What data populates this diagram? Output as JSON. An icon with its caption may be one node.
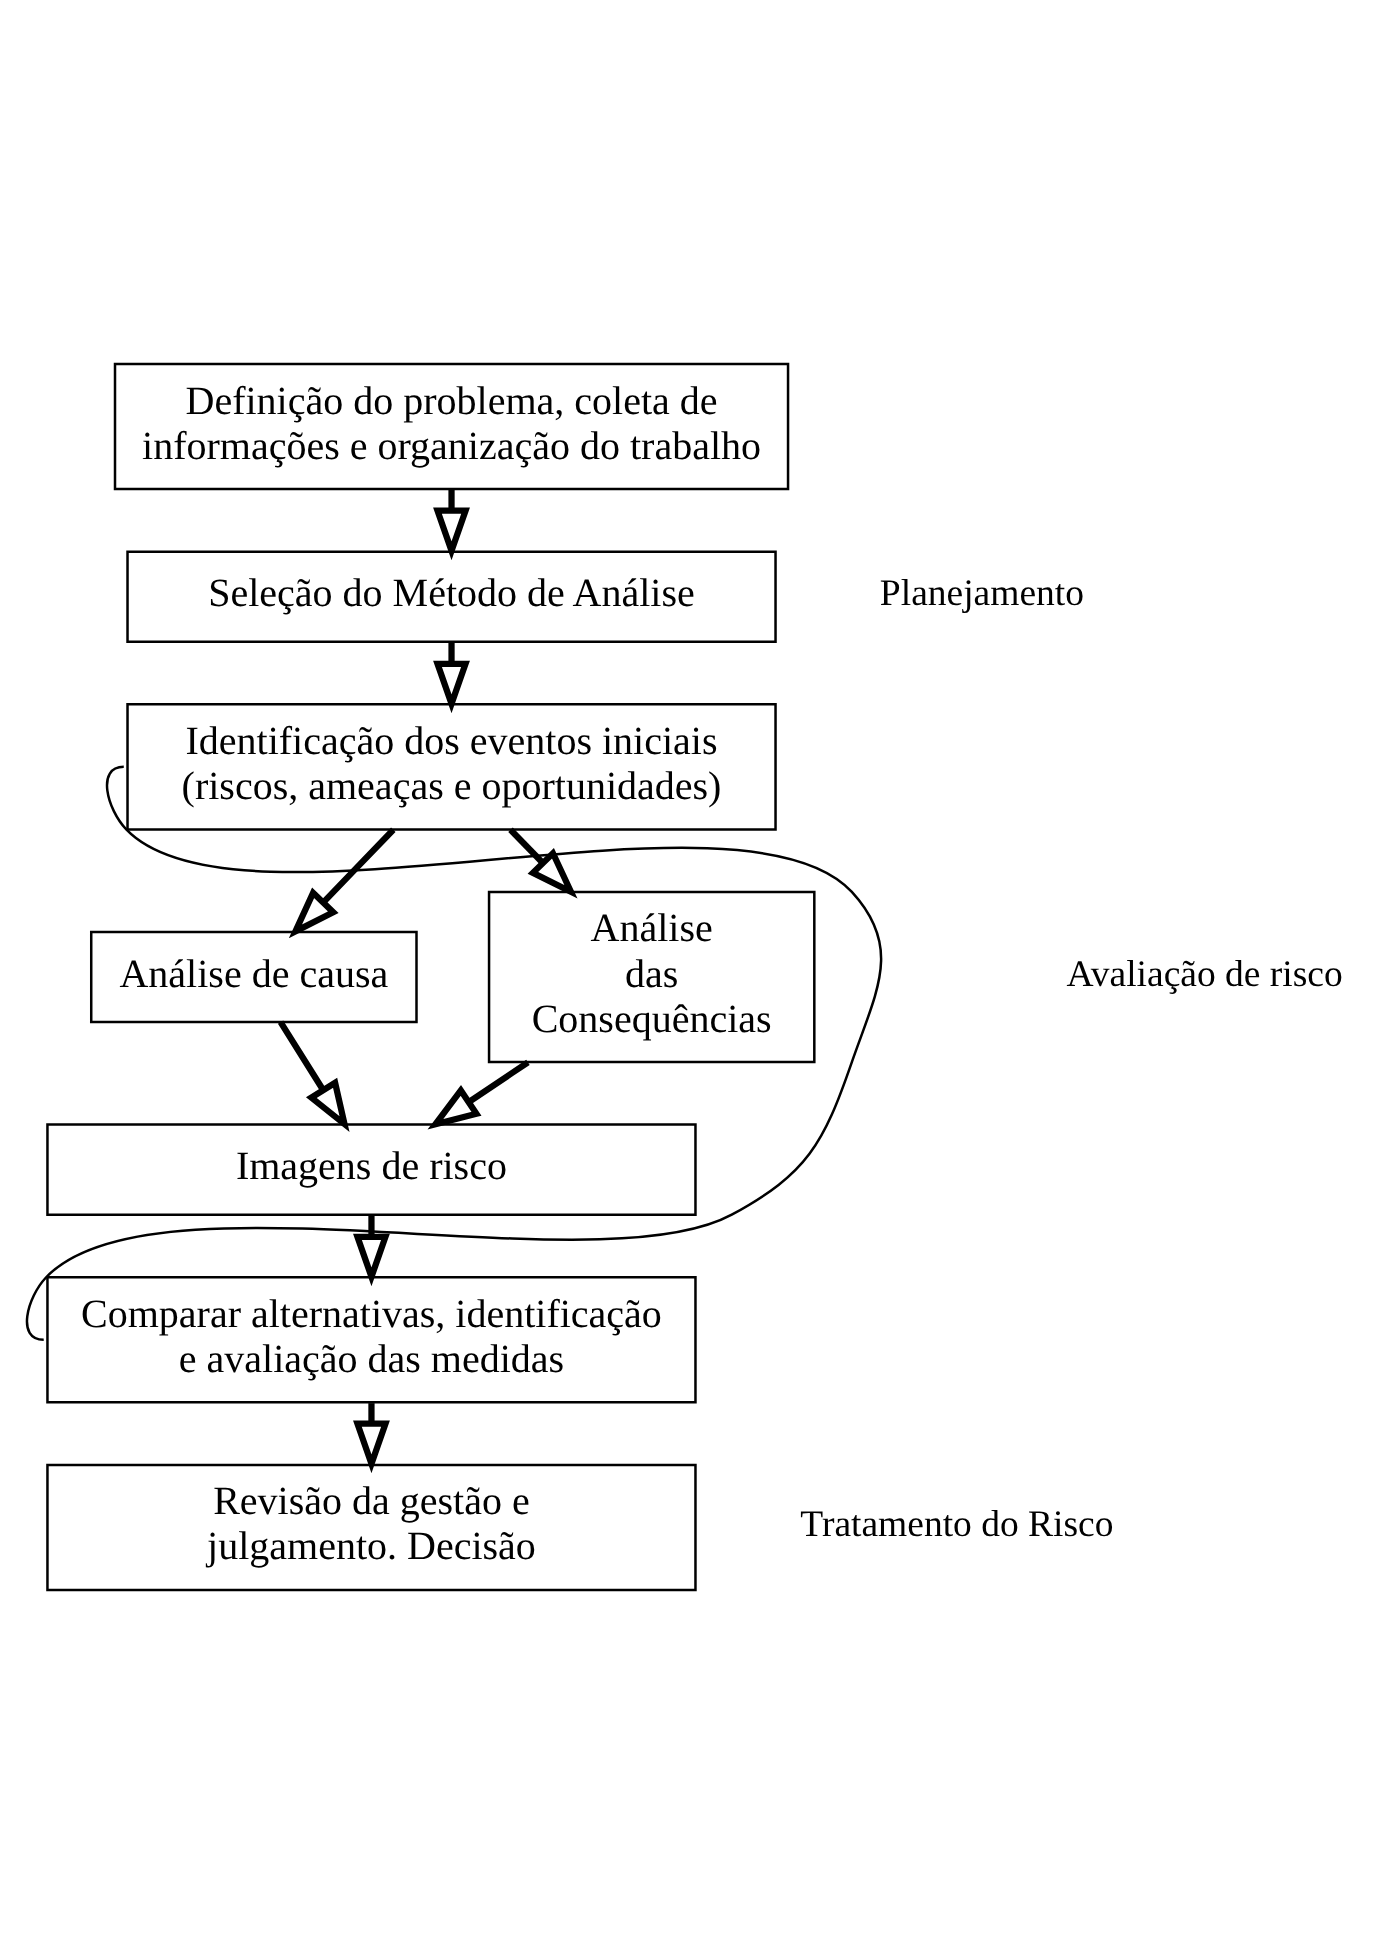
{
  "diagram": {
    "nodes": [
      {
        "text": [
          "Definição do problema, coleta de informações e organização do trabalho"
        ]
      },
      {
        "text": [
          "Seleção do Método de Análise"
        ]
      },
      {
        "text": [
          "Identificação dos eventos iniciais (riscos, ameaças e oportunidades)"
        ]
      },
      {
        "text": [
          "Análise de causa"
        ]
      },
      {
        "text": [
          "Análise das Consequências"
        ]
      },
      {
        "text": [
          "Imagens de risco"
        ]
      },
      {
        "text": [
          "Comparar alternativas, identificação e avaliação das medidas"
        ]
      },
      {
        "text": [
          "Revisão da gestão e julgamento. Decisão"
        ]
      }
    ],
    "edges": [
      {
        "from": 0,
        "to": 1,
        "arrow": "to"
      },
      {
        "from": 1,
        "to": 2,
        "arrow": "to"
      },
      {
        "from": 2,
        "to": 3,
        "arrow": "to"
      },
      {
        "from": 2,
        "to": 4,
        "arrow": "to"
      },
      {
        "from": 3,
        "to": 5,
        "arrow": "to"
      },
      {
        "from": 4,
        "to": 5,
        "arrow": "to"
      },
      {
        "from": 5,
        "to": 6,
        "arrow": "to"
      },
      {
        "from": 6,
        "to": 7,
        "arrow": "to"
      },
      {
        "from": 2,
        "to": 6,
        "arrow": "none"
      }
    ],
    "labels": [
      "Planejamento",
      "Avaliação de risco",
      "Tratamento do Risco"
    ]
  }
}
